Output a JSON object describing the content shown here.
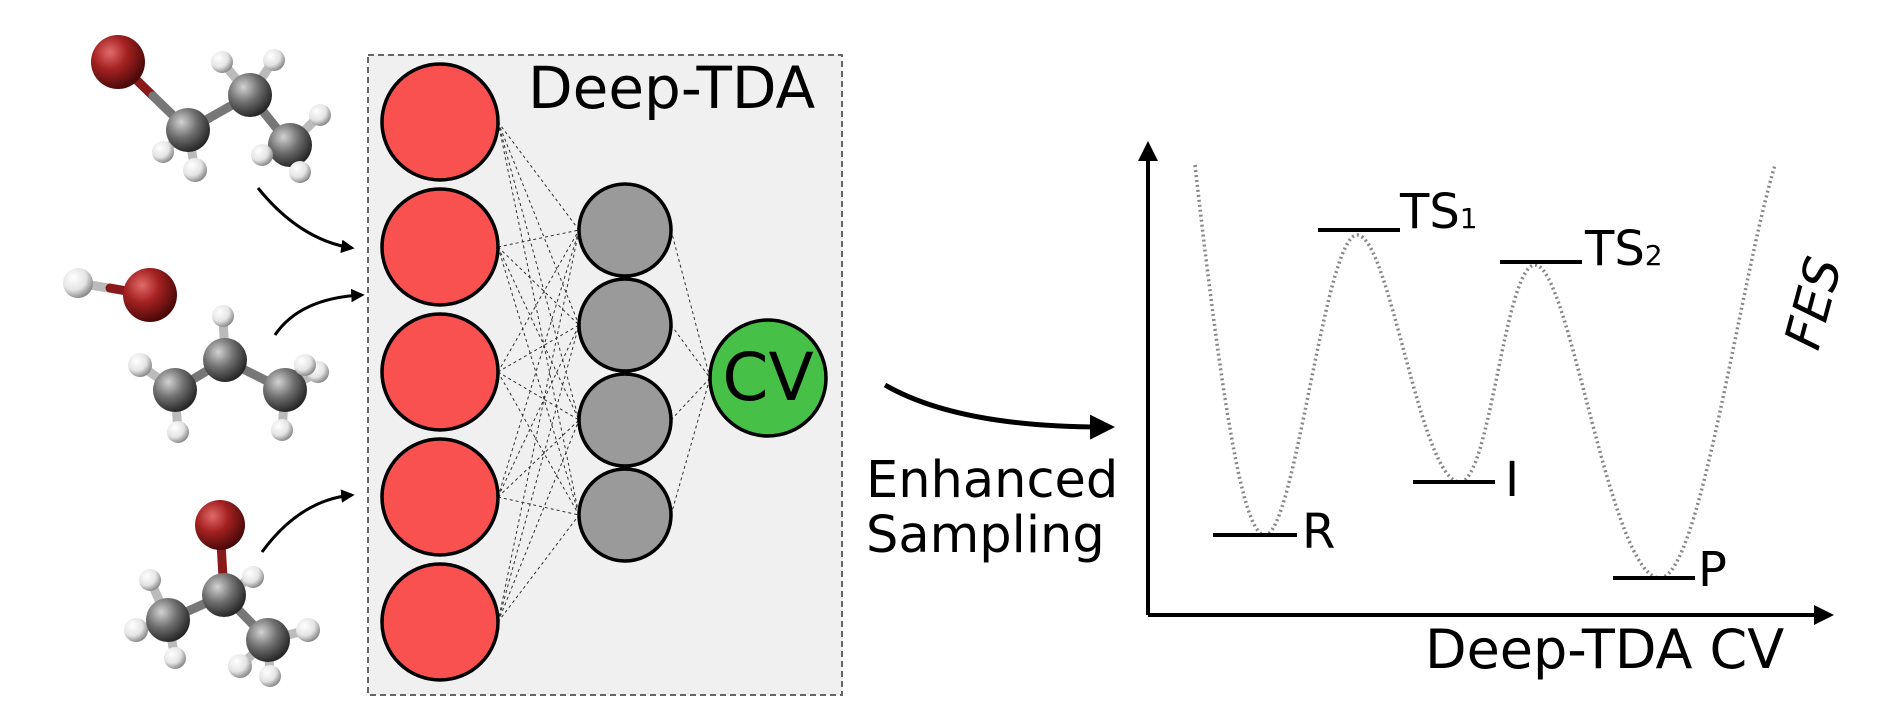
{
  "network": {
    "title": "Deep-TDA",
    "output_label": "CV",
    "input_node_count": 5,
    "hidden_node_count": 4,
    "colors": {
      "input": "#f95050",
      "hidden": "#9a9a9a",
      "output": "#47c047",
      "panel": "#f0f0f0"
    }
  },
  "molecules": {
    "count": 3,
    "colors": {
      "bromine": "#9c1f1f",
      "carbon": "#6c6c6c",
      "hydrogen": "#e8e8e8"
    }
  },
  "arrow_label": {
    "line1": "Enhanced",
    "line2": "Sampling"
  },
  "fes_plot": {
    "curve_label": "FES",
    "xlabel": "Deep-TDA CV",
    "states": [
      {
        "label": "R"
      },
      {
        "label": "TS",
        "subscript": "1"
      },
      {
        "label": "I"
      },
      {
        "label": "TS",
        "subscript": "2"
      },
      {
        "label": "P"
      }
    ]
  }
}
